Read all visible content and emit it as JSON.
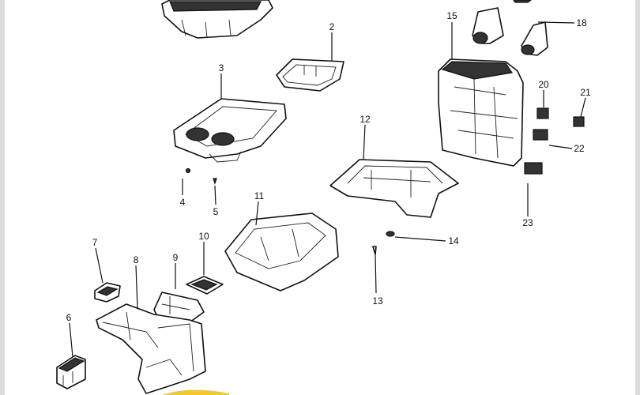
{
  "diagram": {
    "type": "exploded parts diagram",
    "callouts": {
      "c2": "2",
      "c3": "3",
      "c4": "4",
      "c5": "5",
      "c6": "6",
      "c7": "7",
      "c8": "8",
      "c9": "9",
      "c10": "10",
      "c11": "11",
      "c12": "12",
      "c13": "13",
      "c14": "14",
      "c15": "15",
      "c18": "18",
      "c20": "20",
      "c21": "21",
      "c22": "22",
      "c23": "23"
    },
    "colors": {
      "line": "#111111",
      "border": "#dcdcdc",
      "highlight": "#f2c200"
    }
  }
}
